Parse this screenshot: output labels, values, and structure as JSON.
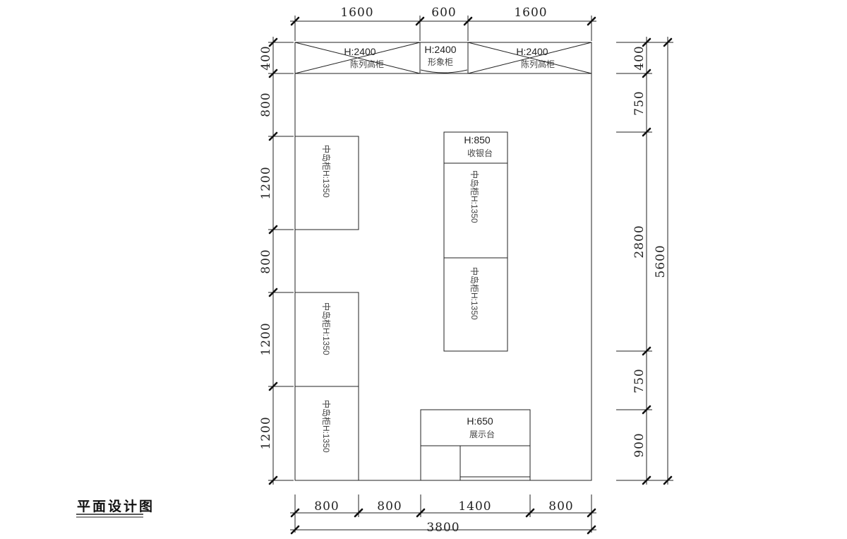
{
  "title": "平面设计图",
  "dims": {
    "top": [
      "1600",
      "600",
      "1600"
    ],
    "bottom": [
      "800",
      "800",
      "1400",
      "800"
    ],
    "total_width": "3800",
    "left": [
      "400",
      "800",
      "1200",
      "800",
      "1200",
      "1200"
    ],
    "right": [
      "400",
      "750",
      "2800",
      "750",
      "900"
    ],
    "total_height": "5600"
  },
  "fixtures": {
    "display_left": {
      "height": "H:2400",
      "label": "陈列高柜"
    },
    "image_cabinet": {
      "height": "H:2400",
      "label": "形象柜"
    },
    "display_right": {
      "height": "H:2400",
      "label": "陈列高柜"
    },
    "cashier": {
      "height": "H:850",
      "label": "收银台"
    },
    "island_label": "中岛柜H:1350",
    "showcase": {
      "height": "H:650",
      "label": "展示台"
    }
  }
}
